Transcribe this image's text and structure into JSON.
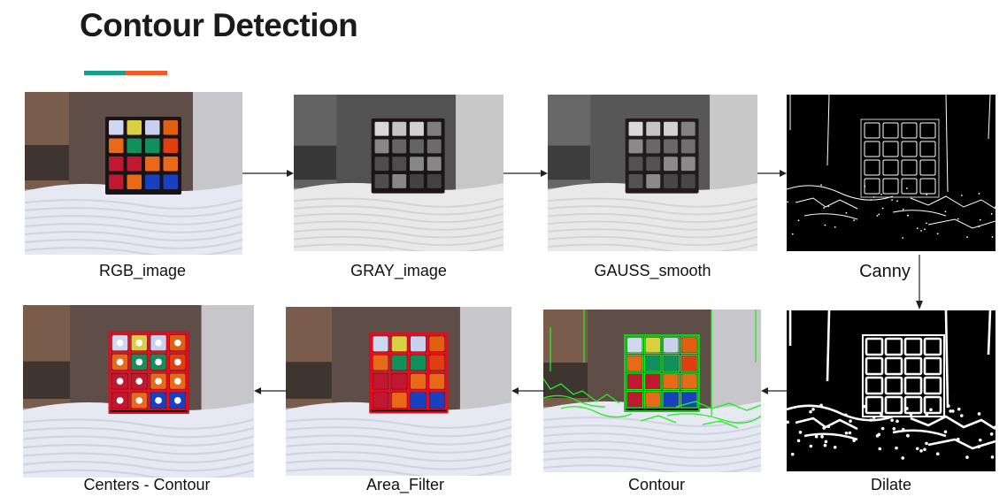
{
  "slide": {
    "title": "Contour Detection",
    "accent_colors": [
      "#169e8b",
      "#f05a23"
    ]
  },
  "pipeline": {
    "rgb": "RGB_image",
    "gray": "GRAY_image",
    "gauss": "GAUSS_smooth",
    "canny": "Canny",
    "dilate": "Dilate",
    "contour": "Contour",
    "area": "Area_Filter",
    "centers": "Centers - Contour"
  },
  "cube_colors": [
    [
      "#cfd8f0",
      "#d8d040",
      "#c8d0ee",
      "#e06010"
    ],
    [
      "#e86a18",
      "#10905a",
      "#10905a",
      "#e04010"
    ],
    [
      "#c01830",
      "#c01830",
      "#e86a18",
      "#e86a18"
    ],
    [
      "#c01830",
      "#e86a18",
      "#1840c0",
      "#1840c0"
    ]
  ]
}
